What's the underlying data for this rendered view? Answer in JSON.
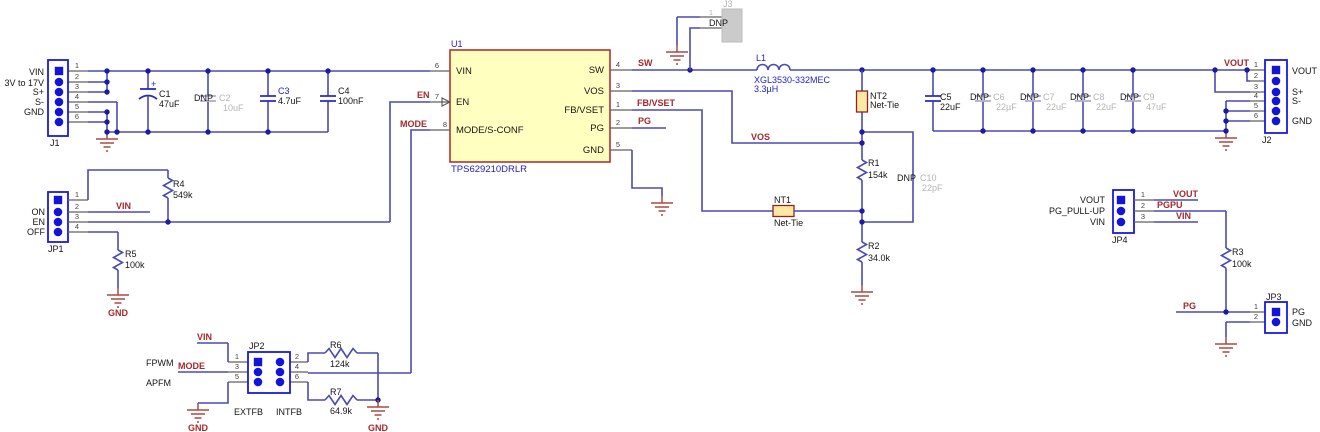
{
  "colors": {
    "wire": "#4A4AB4",
    "net_label": "#A52A2A",
    "ground": "#AA4A44",
    "ic_fill": "#FFFFC0",
    "ic_border": "#B22222",
    "connector_blue": "#1A1AE0",
    "pin_blue": "#1414D8",
    "dnp_gray": "#B4B4B4",
    "ref_blue": "#2222C8",
    "net_tie_fill": "#FFE9A0"
  },
  "nets": {
    "vin": "VIN",
    "en": "EN",
    "mode": "MODE",
    "sw": "SW",
    "fb_vset": "FB/VSET",
    "pg": "PG",
    "vos": "VOS",
    "vout": "VOUT",
    "pgpu": "PGPU",
    "gnd": "GND"
  },
  "u1": {
    "ref": "U1",
    "part": "TPS629210DRLR",
    "pin_vin": {
      "num": "6",
      "name": "VIN"
    },
    "pin_en": {
      "num": "7",
      "name": "EN"
    },
    "pin_mode": {
      "num": "8",
      "name": "MODE/S-CONF"
    },
    "pin_sw": {
      "num": "4",
      "name": "SW"
    },
    "pin_vos": {
      "num": "3",
      "name": "VOS"
    },
    "pin_fb": {
      "num": "1",
      "name": "FB/VSET"
    },
    "pin_pg": {
      "num": "2",
      "name": "PG"
    },
    "pin_gnd": {
      "num": "5",
      "name": "GND"
    }
  },
  "j1": {
    "ref": "J1",
    "pins": [
      "1",
      "2",
      "3",
      "4",
      "5",
      "6"
    ],
    "labels": {
      "vin": "VIN",
      "range": "3V to 17V",
      "sp": "S+",
      "sm": "S-",
      "gnd": "GND"
    }
  },
  "j2": {
    "ref": "J2",
    "pins": [
      "1",
      "2",
      "3",
      "4",
      "5",
      "6"
    ],
    "labels": {
      "vout": "VOUT",
      "sp": "S+",
      "sm": "S-",
      "gnd": "GND"
    }
  },
  "j3": {
    "ref": "J3",
    "pin1": "1",
    "dnp": "DNP"
  },
  "jp1": {
    "ref": "JP1",
    "pins": [
      "1",
      "2",
      "3",
      "4"
    ],
    "labels": {
      "on": "ON",
      "en": "EN",
      "off": "OFF"
    }
  },
  "jp2": {
    "ref": "JP2",
    "pins_left": [
      "1",
      "3",
      "5"
    ],
    "pins_right": [
      "2",
      "4",
      "6"
    ],
    "labels": {
      "fpwm": "FPWM",
      "apfm": "APFM",
      "extfb": "EXTFB",
      "intfb": "INTFB"
    }
  },
  "jp3": {
    "ref": "JP3",
    "pins": [
      "1",
      "2"
    ],
    "labels": {
      "pg": "PG",
      "gnd": "GND"
    }
  },
  "jp4": {
    "ref": "JP4",
    "pins": [
      "1",
      "2",
      "3"
    ],
    "labels": {
      "vout": "VOUT",
      "pgpu": "PG_PULL-UP",
      "vin": "VIN"
    }
  },
  "l1": {
    "ref": "L1",
    "part": "XGL3530-332MEC",
    "value": "3.3µH"
  },
  "caps": {
    "c1": {
      "ref": "C1",
      "value": "47uF",
      "polarity": "+"
    },
    "c2": {
      "ref": "C2",
      "value": "10uF",
      "dnp": "DNP"
    },
    "c3": {
      "ref": "C3",
      "value": "4.7uF"
    },
    "c4": {
      "ref": "C4",
      "value": "100nF"
    },
    "c5": {
      "ref": "C5",
      "value": "22uF"
    },
    "c6": {
      "ref": "C6",
      "value": "22µF",
      "dnp": "DNP"
    },
    "c7": {
      "ref": "C7",
      "value": "22uF",
      "dnp": "DNP"
    },
    "c8": {
      "ref": "C8",
      "value": "22uF",
      "dnp": "DNP"
    },
    "c9": {
      "ref": "C9",
      "value": "47uF",
      "dnp": "DNP"
    },
    "c10": {
      "ref": "C10",
      "value": "22pF",
      "dnp": "DNP"
    }
  },
  "resistors": {
    "r1": {
      "ref": "R1",
      "value": "154k"
    },
    "r2": {
      "ref": "R2",
      "value": "34.0k"
    },
    "r3": {
      "ref": "R3",
      "value": "100k"
    },
    "r4": {
      "ref": "R4",
      "value": "549k"
    },
    "r5": {
      "ref": "R5",
      "value": "100k"
    },
    "r6": {
      "ref": "R6",
      "value": "124k"
    },
    "r7": {
      "ref": "R7",
      "value": "64.9k"
    }
  },
  "net_ties": {
    "nt1": {
      "ref": "NT1",
      "value": "Net-Tie"
    },
    "nt2": {
      "ref": "NT2",
      "value": "Net-Tie"
    }
  }
}
